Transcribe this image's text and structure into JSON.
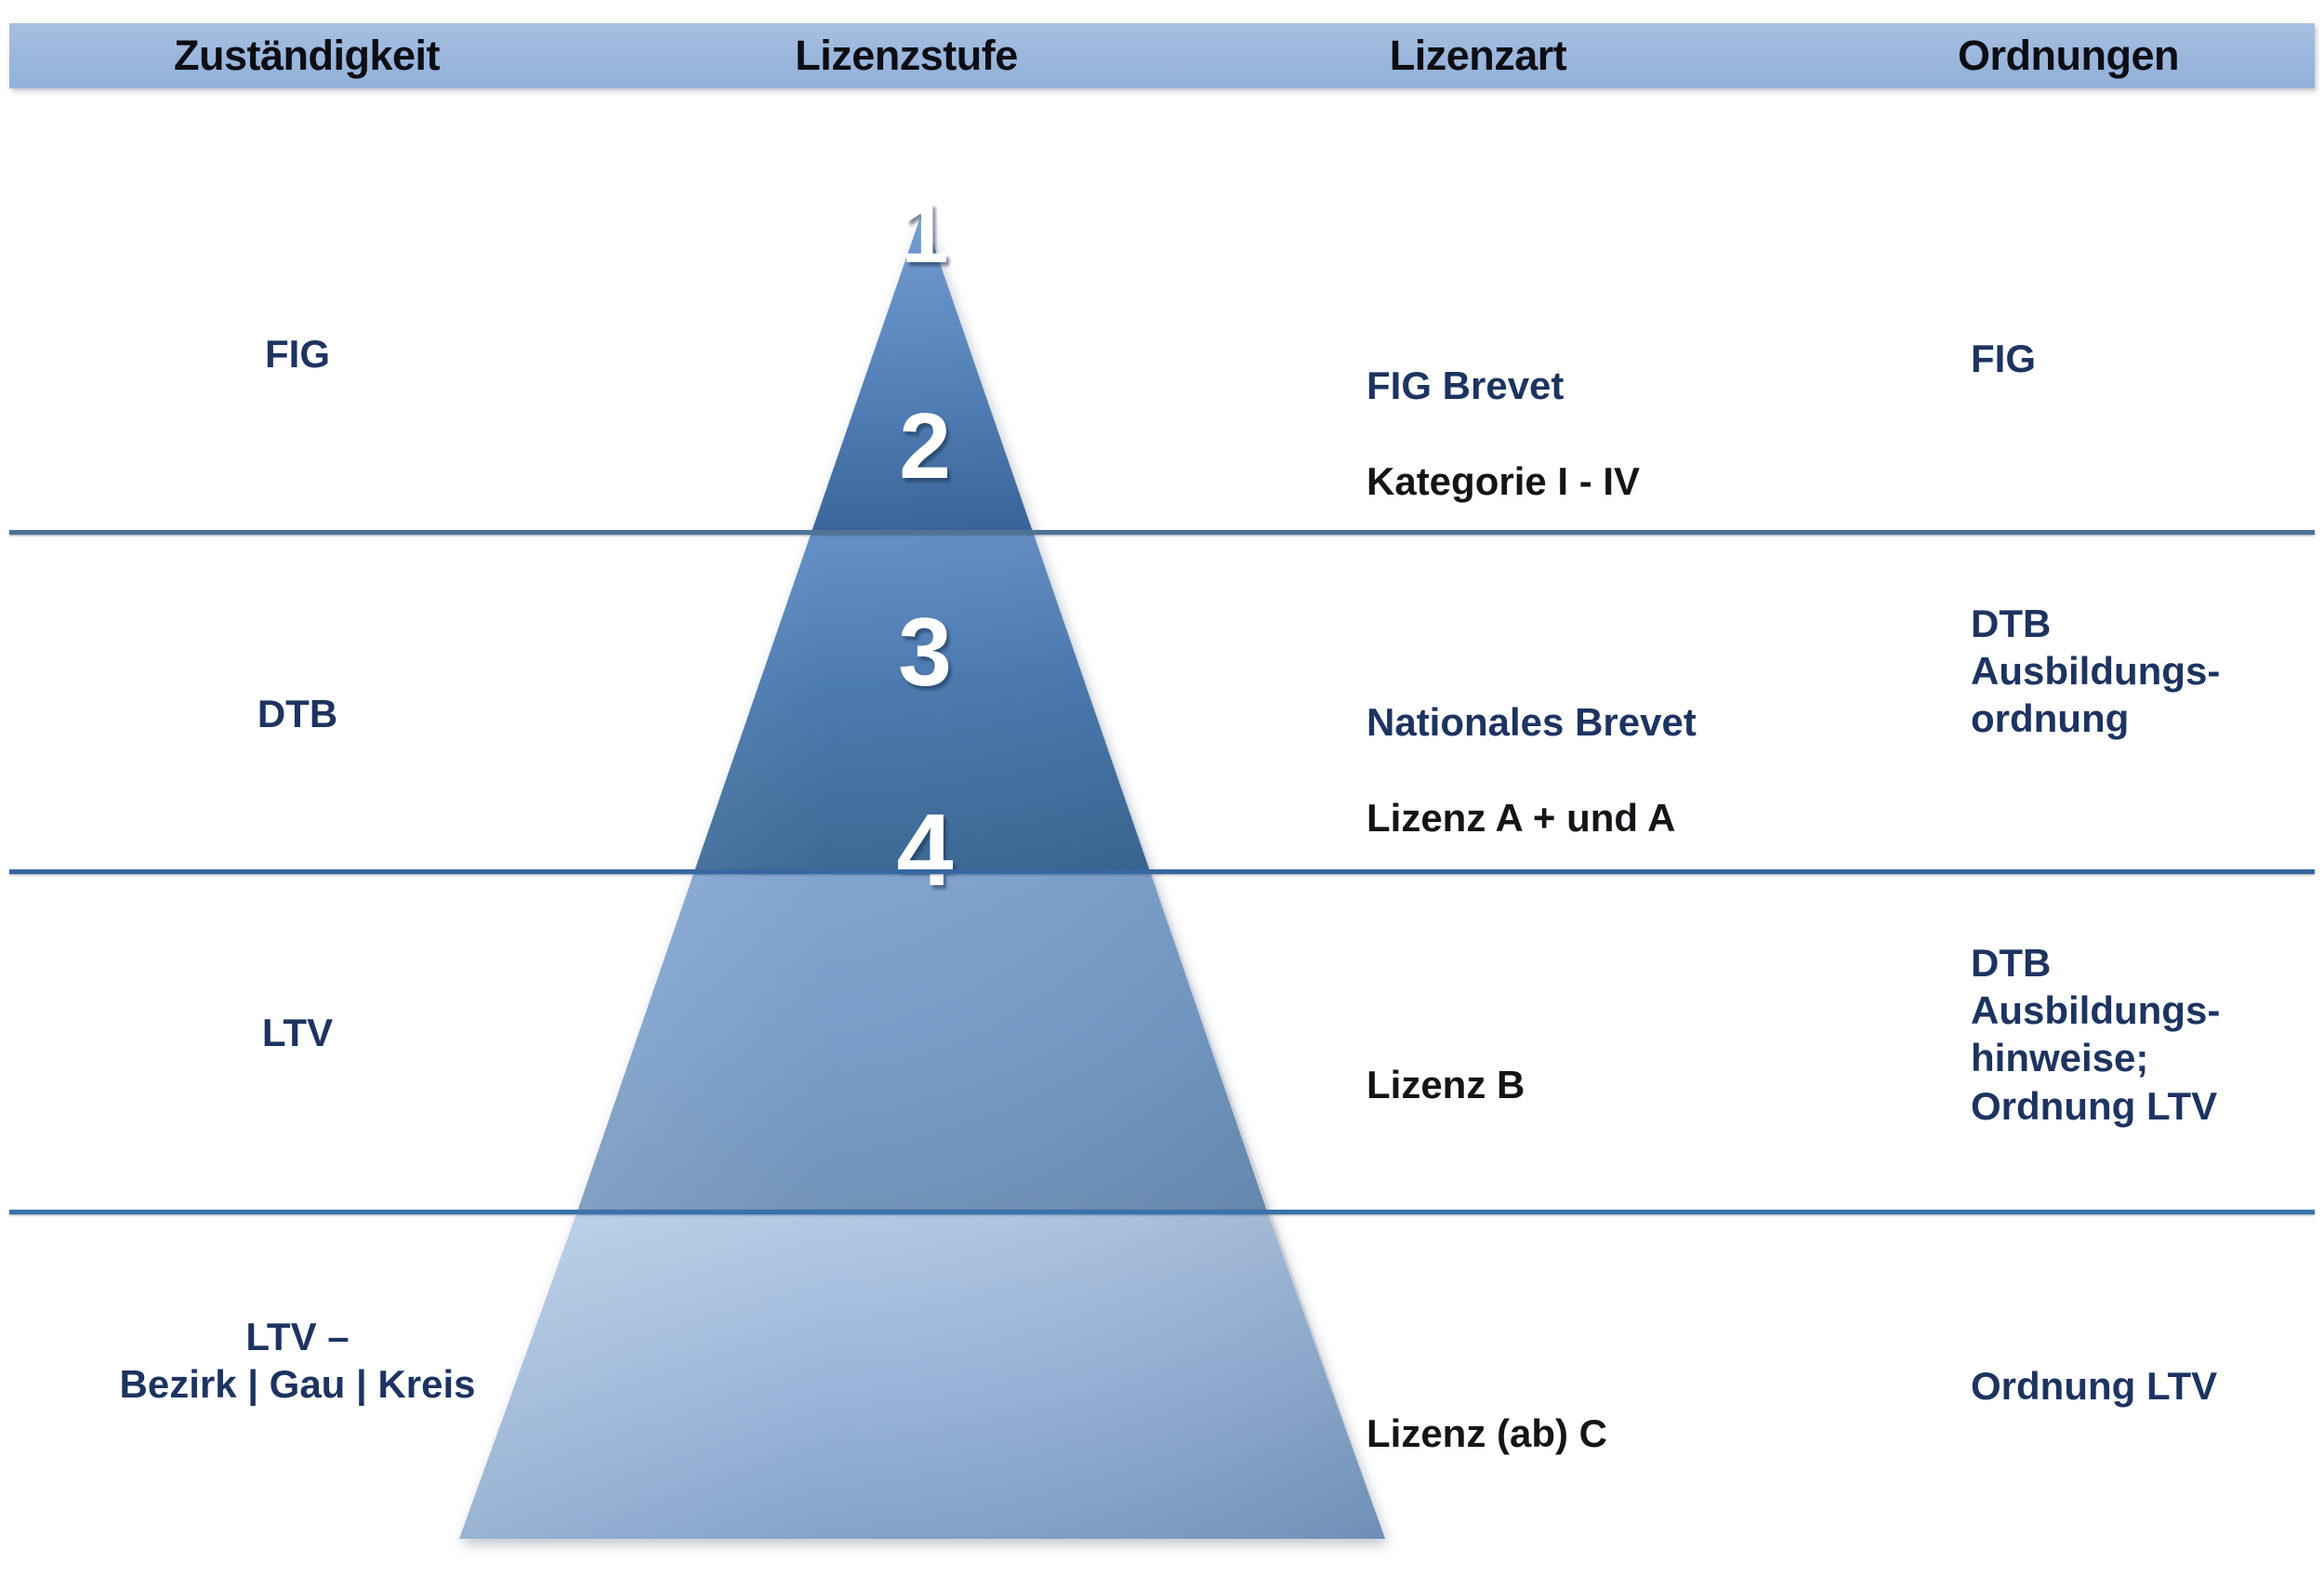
{
  "header": {
    "columns": [
      {
        "label": "Zuständigkeit"
      },
      {
        "label": "Lizenzstufe"
      },
      {
        "label": "Lizenzart"
      },
      {
        "label": "Ordnungen"
      }
    ],
    "background_color": "#9ab6dc",
    "text_color": "#0d0d14"
  },
  "colors": {
    "navy_text": "#1d3461",
    "black_text": "#141419",
    "divider": "#4076b0",
    "pyramid_level_1_top": "#6e9ad0",
    "pyramid_level_1_bottom": "#2f5d95",
    "pyramid_level_2_top": "#5d8ac4",
    "pyramid_level_2_bottom": "#31608f",
    "pyramid_level_3_top": "#7ba0cc",
    "pyramid_level_3_bottom": "#6c8fb8",
    "pyramid_level_4_top": "#a9c2e0",
    "pyramid_level_4_bottom": "#7ea0c8",
    "number_color": "#ffffff"
  },
  "pyramid": {
    "levels": [
      {
        "number": "1"
      },
      {
        "number": "2"
      },
      {
        "number": "3"
      },
      {
        "number": "4"
      }
    ]
  },
  "rows": [
    {
      "zustaendigkeit": "FIG",
      "lizenzstufe": "1",
      "lizenzart_line1": "FIG Brevet",
      "lizenzart_line2": "Kategorie I - IV",
      "ordnungen": "FIG"
    },
    {
      "zustaendigkeit": "DTB",
      "lizenzstufe": "2",
      "lizenzart_line1": "Nationales Brevet",
      "lizenzart_line2": "Lizenz A + und A",
      "ordnungen": "DTB\nAusbildungs-\nordnung"
    },
    {
      "zustaendigkeit": "LTV",
      "lizenzstufe": "3",
      "lizenzart_line1": "",
      "lizenzart_line2": "Lizenz B",
      "ordnungen": "DTB\nAusbildungs-\nhinweise;\nOrdnung LTV"
    },
    {
      "zustaendigkeit": "LTV –\nBezirk | Gau | Kreis",
      "lizenzstufe": "4",
      "lizenzart_line1": "",
      "lizenzart_line2": "Lizenz (ab) C",
      "ordnungen": "Ordnung LTV"
    }
  ]
}
